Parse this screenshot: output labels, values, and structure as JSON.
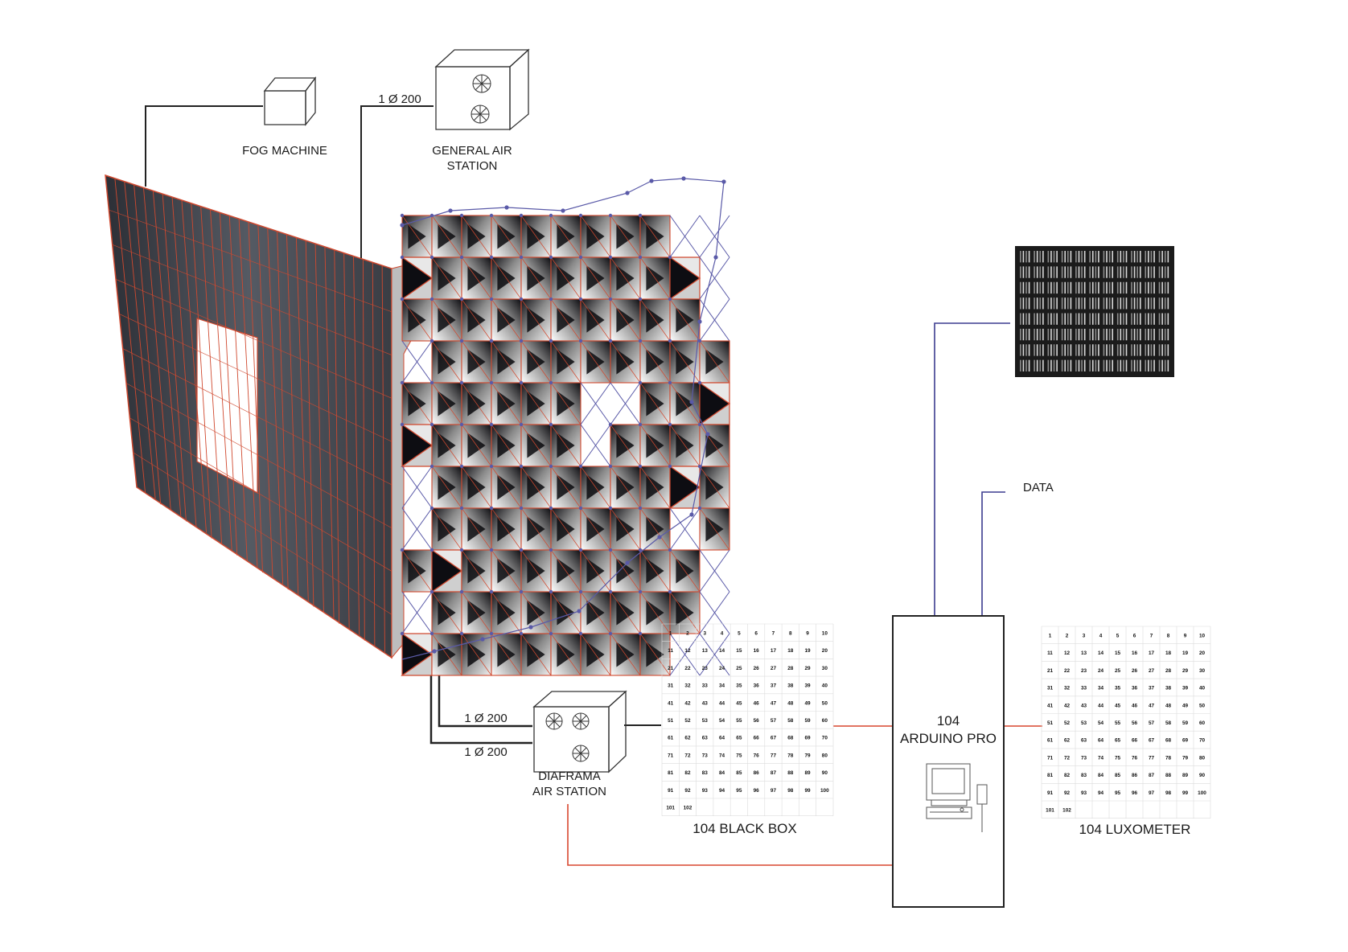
{
  "labels": {
    "fog_machine": "FOG MACHINE",
    "general_air_line1": "GENERAL AIR",
    "general_air_line2": "STATION",
    "pipe_top": "1 Ø 200",
    "pipe_mid": "1 Ø 200",
    "pipe_low": "1 Ø 200",
    "diaframa_line1": "DIAFRAMA",
    "diaframa_line2": "AIR STATION",
    "data": "DATA",
    "arduino_line1": "104",
    "arduino_line2": "ARDUINO PRO",
    "black_box": "104 BLACK BOX",
    "luxometer": "104 LUXOMETER"
  },
  "grids": {
    "black_box_numbers": [
      "1",
      "2",
      "3",
      "4",
      "5",
      "6",
      "7",
      "8",
      "9",
      "10",
      "11",
      "12",
      "13",
      "14",
      "15",
      "16",
      "17",
      "18",
      "19",
      "20",
      "21",
      "22",
      "23",
      "24",
      "25",
      "26",
      "27",
      "28",
      "29",
      "30",
      "31",
      "32",
      "33",
      "34",
      "35",
      "36",
      "37",
      "38",
      "39",
      "40",
      "41",
      "42",
      "43",
      "44",
      "45",
      "46",
      "47",
      "48",
      "49",
      "50",
      "51",
      "52",
      "53",
      "54",
      "55",
      "56",
      "57",
      "58",
      "59",
      "60",
      "61",
      "62",
      "63",
      "64",
      "65",
      "66",
      "67",
      "68",
      "69",
      "70",
      "71",
      "72",
      "73",
      "74",
      "75",
      "76",
      "77",
      "78",
      "79",
      "80",
      "81",
      "82",
      "83",
      "84",
      "85",
      "86",
      "87",
      "88",
      "89",
      "90",
      "91",
      "92",
      "93",
      "94",
      "95",
      "96",
      "97",
      "98",
      "99",
      "100",
      "101",
      "102"
    ],
    "luxometer_numbers": [
      "1",
      "2",
      "3",
      "4",
      "5",
      "6",
      "7",
      "8",
      "9",
      "10",
      "11",
      "12",
      "13",
      "14",
      "15",
      "16",
      "17",
      "18",
      "19",
      "20",
      "21",
      "22",
      "23",
      "24",
      "25",
      "26",
      "27",
      "28",
      "29",
      "30",
      "31",
      "32",
      "33",
      "34",
      "35",
      "36",
      "37",
      "38",
      "39",
      "40",
      "41",
      "42",
      "43",
      "44",
      "45",
      "46",
      "47",
      "48",
      "49",
      "50",
      "51",
      "52",
      "53",
      "54",
      "55",
      "56",
      "57",
      "58",
      "59",
      "60",
      "61",
      "62",
      "63",
      "64",
      "65",
      "66",
      "67",
      "68",
      "69",
      "70",
      "71",
      "72",
      "73",
      "74",
      "75",
      "76",
      "77",
      "78",
      "79",
      "80",
      "81",
      "82",
      "83",
      "84",
      "85",
      "86",
      "87",
      "88",
      "89",
      "90",
      "91",
      "92",
      "93",
      "94",
      "95",
      "96",
      "97",
      "98",
      "99",
      "100",
      "101",
      "102"
    ]
  },
  "colors": {
    "wire_black": "#222222",
    "wire_red": "#d8472f",
    "wire_blue": "#3b3b8f",
    "panel_dark": "#3c4048",
    "panel_grid": "#d0492f"
  }
}
